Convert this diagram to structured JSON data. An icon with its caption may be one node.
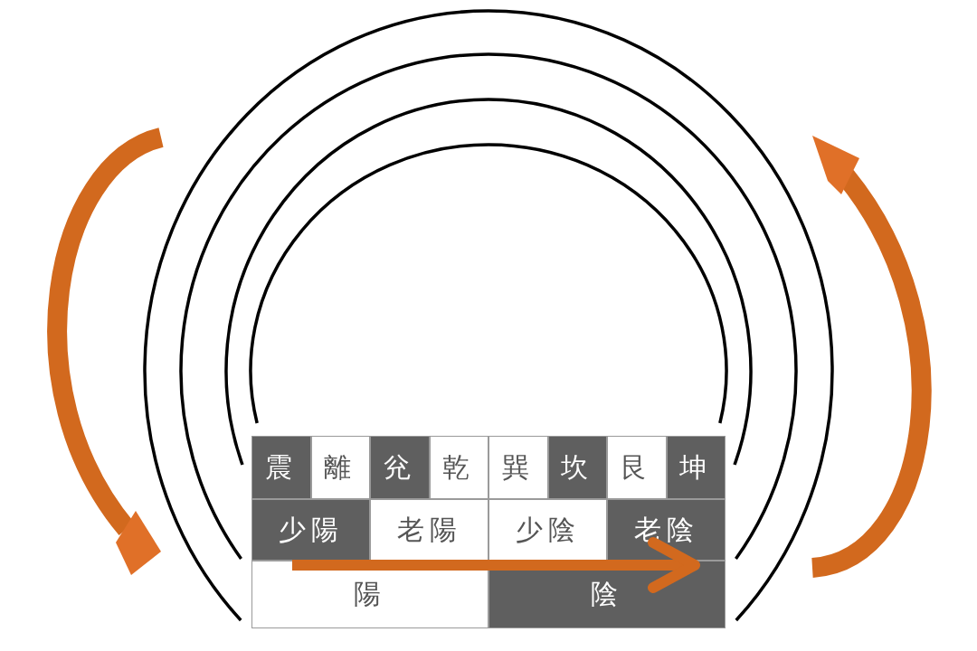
{
  "diagram": {
    "labels": [
      "震",
      "離",
      "兊",
      "乾",
      "巽",
      "坎",
      "艮",
      "坤",
      "少陽",
      "老陽",
      "少陰",
      "老陰",
      "陽",
      "陰"
    ]
  }
}
